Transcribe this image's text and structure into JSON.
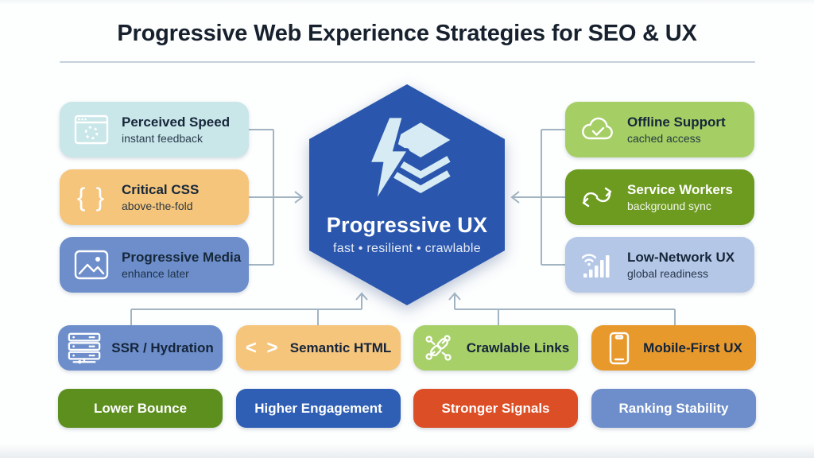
{
  "header": {
    "title": "Progressive Web Experience Strategies for SEO & UX"
  },
  "center": {
    "label": "Progressive UX",
    "subtitle": "fast • resilient • crawlable",
    "icon": "lightning-layers-icon",
    "bg": "#2a57ad",
    "icon_color": "#d6ebf4",
    "text_color": "#ffffff"
  },
  "left_column": [
    {
      "title": "Perceived Speed",
      "subtitle": "instant feedback",
      "icon": "browser-loading-icon",
      "bg": "#c9e6e9",
      "text_color": "#16273a"
    },
    {
      "title": "Critical CSS",
      "subtitle": "above-the-fold",
      "icon": "braces-icon",
      "icon_glyph": "{ }",
      "bg": "#f6c57c",
      "text_color": "#16273a"
    },
    {
      "title": "Progressive Media",
      "subtitle": "enhance later",
      "icon": "image-icon",
      "bg": "#6d8eca",
      "text_color": "#16273a"
    }
  ],
  "right_column": [
    {
      "title": "Offline Support",
      "subtitle": "cached access",
      "icon": "cloud-check-icon",
      "bg": "#a5cf65",
      "text_color": "#16273a"
    },
    {
      "title": "Service Workers",
      "subtitle": "background sync",
      "icon": "sync-arrows-icon",
      "bg": "#6d9b1f",
      "text_color": "#ffffff"
    },
    {
      "title": "Low-Network UX",
      "subtitle": "global readiness",
      "icon": "wifi-signal-icon",
      "bg": "#b4c7e7",
      "text_color": "#16273a"
    }
  ],
  "tactics_row": [
    {
      "label": "SSR / Hydration",
      "icon": "server-icon",
      "bg": "#6d8eca",
      "text_color": "#14243a"
    },
    {
      "label": "Semantic HTML",
      "icon": "code-icon",
      "icon_glyph": "< >",
      "bg": "#f6c57c",
      "text_color": "#14243a"
    },
    {
      "label": "Crawlable Links",
      "icon": "link-nodes-icon",
      "bg": "#a7d069",
      "text_color": "#14243a"
    },
    {
      "label": "Mobile-First UX",
      "icon": "smartphone-icon",
      "bg": "#e8992c",
      "text_color": "#14243a"
    }
  ],
  "outcomes_row": [
    {
      "label": "Lower Bounce",
      "bg": "#5c8f1d",
      "text_color": "#ffffff"
    },
    {
      "label": "Higher Engagement",
      "bg": "#2e5fb4",
      "text_color": "#ffffff"
    },
    {
      "label": "Stronger Signals",
      "bg": "#dc4e26",
      "text_color": "#ffffff"
    },
    {
      "label": "Ranking Stability",
      "bg": "#6d8eca",
      "text_color": "#ffffff"
    }
  ],
  "connectors": {
    "color": "#a2b4c2"
  }
}
